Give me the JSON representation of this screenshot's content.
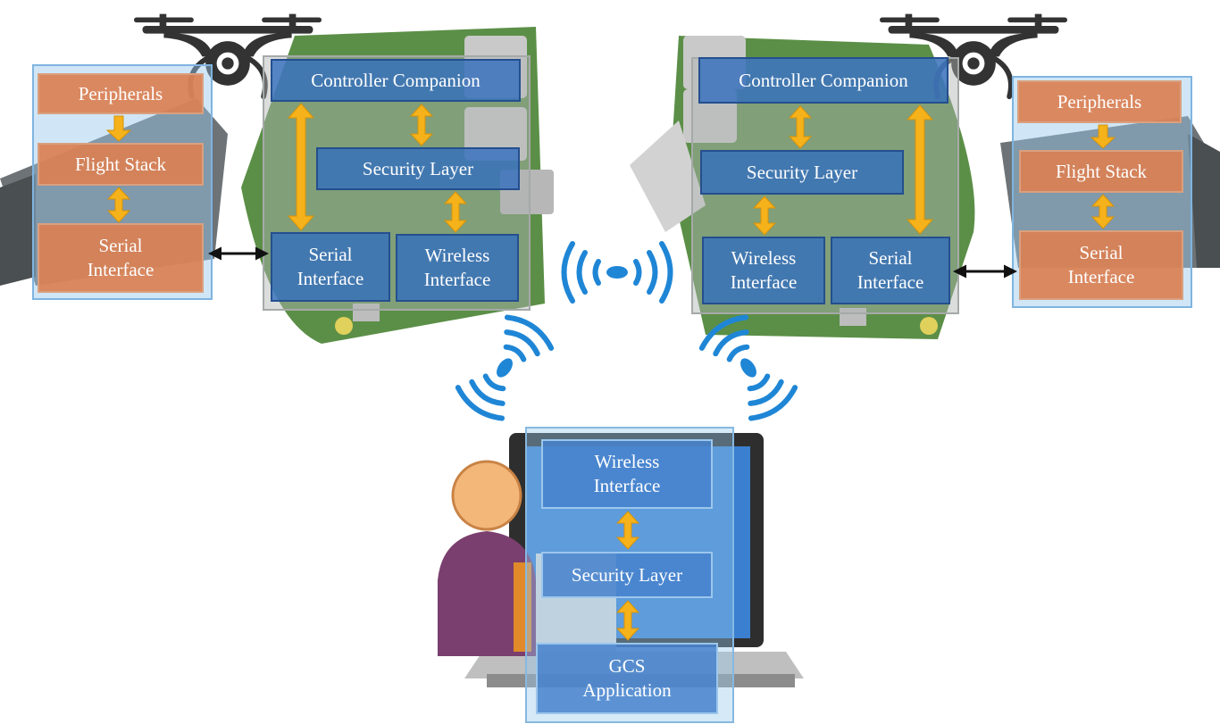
{
  "colors": {
    "orange_box": "#da8052",
    "blue_box": "#326ebe",
    "arrow": "#f5b21a",
    "drone": "#333333",
    "wifi": "#1f86d6",
    "user_body": "#7a3f6e",
    "user_head": "#f3b77a"
  },
  "icons": [
    "drone-icon",
    "wifi-icon",
    "user-icon",
    "laptop-icon",
    "raspberry-pi-board",
    "flight-controller-board"
  ],
  "left_drone": {
    "flight_controller": {
      "peripherals": "Peripherals",
      "flight_stack": "Flight Stack",
      "serial_interface": "Serial\nInterface"
    },
    "companion": {
      "controller_companion": "Controller Companion",
      "security_layer": "Security Layer",
      "serial_interface": "Serial\nInterface",
      "wireless_interface": "Wireless\nInterface"
    }
  },
  "right_drone": {
    "flight_controller": {
      "peripherals": "Peripherals",
      "flight_stack": "Flight Stack",
      "serial_interface": "Serial\nInterface"
    },
    "companion": {
      "controller_companion": "Controller Companion",
      "security_layer": "Security Layer",
      "wireless_interface": "Wireless\nInterface",
      "serial_interface": "Serial\nInterface"
    }
  },
  "gcs": {
    "wireless_interface": "Wireless\nInterface",
    "security_layer": "Security Layer",
    "gcs_application": "GCS\nApplication"
  }
}
